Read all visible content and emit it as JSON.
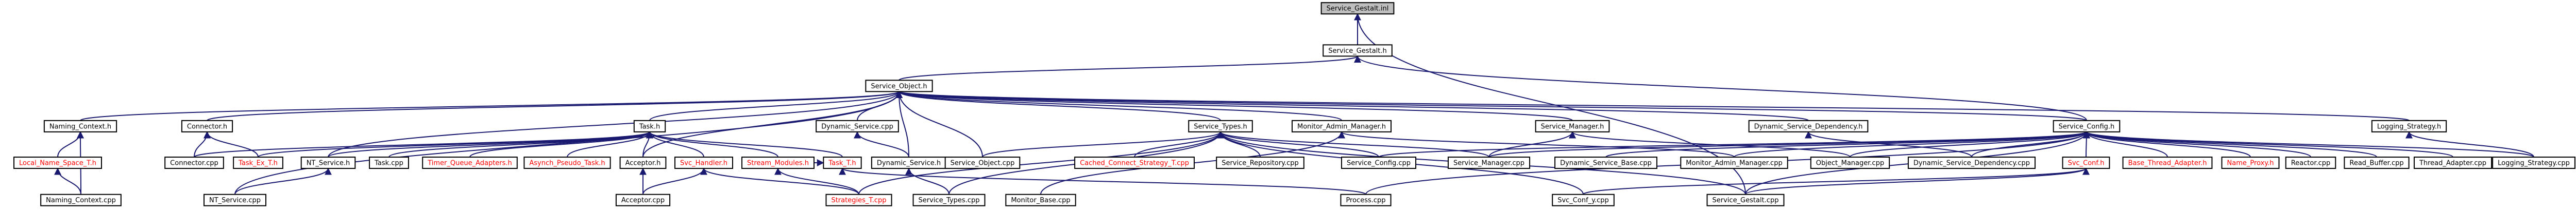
{
  "colors": {
    "edge": "#191970",
    "node_border": "#000000",
    "node_fill": "#ffffff",
    "root_fill": "#bfbfbf",
    "text_normal": "#000000",
    "text_missing": "#ff0000"
  },
  "nodes": [
    {
      "id": "n_gestalt_inl",
      "label": "Service_Gestalt.inl",
      "kind": "root"
    },
    {
      "id": "n_gestalt_h",
      "label": "Service_Gestalt.h",
      "kind": "normal"
    },
    {
      "id": "n_object_h",
      "label": "Service_Object.h",
      "kind": "normal"
    },
    {
      "id": "n_naming_context_h",
      "label": "Naming_Context.h",
      "kind": "normal"
    },
    {
      "id": "n_connector_h",
      "label": "Connector.h",
      "kind": "normal"
    },
    {
      "id": "n_task_h",
      "label": "Task.h",
      "kind": "normal"
    },
    {
      "id": "n_dynamic_service_cpp",
      "label": "Dynamic_Service.cpp",
      "kind": "normal"
    },
    {
      "id": "n_service_types_h",
      "label": "Service_Types.h",
      "kind": "normal"
    },
    {
      "id": "n_monitor_admin_manager_h",
      "label": "Monitor_Admin_Manager.h",
      "kind": "normal"
    },
    {
      "id": "n_service_manager_h",
      "label": "Service_Manager.h",
      "kind": "normal"
    },
    {
      "id": "n_dynamic_service_dependency_h",
      "label": "Dynamic_Service_Dependency.h",
      "kind": "normal"
    },
    {
      "id": "n_service_config_h",
      "label": "Service_Config.h",
      "kind": "normal"
    },
    {
      "id": "n_logging_strategy_h",
      "label": "Logging_Strategy.h",
      "kind": "normal"
    },
    {
      "id": "n_local_name_space_t_h",
      "label": "Local_Name_Space_T.h",
      "kind": "missing"
    },
    {
      "id": "n_connector_cpp",
      "label": "Connector.cpp",
      "kind": "normal"
    },
    {
      "id": "n_task_ex_t_h",
      "label": "Task_Ex_T.h",
      "kind": "missing"
    },
    {
      "id": "n_nt_service_h",
      "label": "NT_Service.h",
      "kind": "normal"
    },
    {
      "id": "n_task_cpp",
      "label": "Task.cpp",
      "kind": "normal"
    },
    {
      "id": "n_timer_queue_adapters_h",
      "label": "Timer_Queue_Adapters.h",
      "kind": "missing"
    },
    {
      "id": "n_asynch_pseudo_task_h",
      "label": "Asynch_Pseudo_Task.h",
      "kind": "missing"
    },
    {
      "id": "n_acceptor_h",
      "label": "Acceptor.h",
      "kind": "normal"
    },
    {
      "id": "n_svc_handler_h",
      "label": "Svc_Handler.h",
      "kind": "missing"
    },
    {
      "id": "n_stream_modules_h",
      "label": "Stream_Modules.h",
      "kind": "missing"
    },
    {
      "id": "n_task_t_h",
      "label": "Task_T.h",
      "kind": "missing"
    },
    {
      "id": "n_dynamic_service_h",
      "label": "Dynamic_Service.h",
      "kind": "normal"
    },
    {
      "id": "n_service_object_cpp",
      "label": "Service_Object.cpp",
      "kind": "normal"
    },
    {
      "id": "n_cached_connect_strategy_t_cpp",
      "label": "Cached_Connect_Strategy_T.cpp",
      "kind": "missing"
    },
    {
      "id": "n_service_repository_cpp",
      "label": "Service_Repository.cpp",
      "kind": "normal"
    },
    {
      "id": "n_service_config_cpp",
      "label": "Service_Config.cpp",
      "kind": "normal"
    },
    {
      "id": "n_service_manager_cpp",
      "label": "Service_Manager.cpp",
      "kind": "normal"
    },
    {
      "id": "n_dynamic_service_base_cpp",
      "label": "Dynamic_Service_Base.cpp",
      "kind": "normal"
    },
    {
      "id": "n_monitor_admin_manager_cpp",
      "label": "Monitor_Admin_Manager.cpp",
      "kind": "normal"
    },
    {
      "id": "n_object_manager_cpp",
      "label": "Object_Manager.cpp",
      "kind": "normal"
    },
    {
      "id": "n_dynamic_service_dependency_cpp",
      "label": "Dynamic_Service_Dependency.cpp",
      "kind": "normal"
    },
    {
      "id": "n_svc_conf_h",
      "label": "Svc_Conf.h",
      "kind": "missing"
    },
    {
      "id": "n_base_thread_adapter_h",
      "label": "Base_Thread_Adapter.h",
      "kind": "missing"
    },
    {
      "id": "n_name_proxy_h",
      "label": "Name_Proxy.h",
      "kind": "missing"
    },
    {
      "id": "n_reactor_cpp",
      "label": "Reactor.cpp",
      "kind": "normal"
    },
    {
      "id": "n_read_buffer_cpp",
      "label": "Read_Buffer.cpp",
      "kind": "normal"
    },
    {
      "id": "n_thread_adapter_cpp",
      "label": "Thread_Adapter.cpp",
      "kind": "normal"
    },
    {
      "id": "n_logging_strategy_cpp",
      "label": "Logging_Strategy.cpp",
      "kind": "normal"
    },
    {
      "id": "n_naming_context_cpp",
      "label": "Naming_Context.cpp",
      "kind": "normal"
    },
    {
      "id": "n_nt_service_cpp",
      "label": "NT_Service.cpp",
      "kind": "normal"
    },
    {
      "id": "n_acceptor_cpp",
      "label": "Acceptor.cpp",
      "kind": "normal"
    },
    {
      "id": "n_strategies_t_cpp",
      "label": "Strategies_T.cpp",
      "kind": "missing"
    },
    {
      "id": "n_service_types_cpp",
      "label": "Service_Types.cpp",
      "kind": "normal"
    },
    {
      "id": "n_monitor_base_cpp",
      "label": "Monitor_Base.cpp",
      "kind": "normal"
    },
    {
      "id": "n_process_cpp",
      "label": "Process.cpp",
      "kind": "normal"
    },
    {
      "id": "n_svc_conf_y_cpp",
      "label": "Svc_Conf_y.cpp",
      "kind": "normal"
    },
    {
      "id": "n_service_gestalt_cpp",
      "label": "Service_Gestalt.cpp",
      "kind": "normal"
    }
  ],
  "edges": [
    [
      "n_gestalt_inl",
      "n_gestalt_h"
    ],
    [
      "n_gestalt_inl",
      "n_service_gestalt_cpp"
    ],
    [
      "n_gestalt_h",
      "n_object_h"
    ],
    [
      "n_gestalt_h",
      "n_service_config_h"
    ],
    [
      "n_object_h",
      "n_naming_context_h"
    ],
    [
      "n_object_h",
      "n_connector_h"
    ],
    [
      "n_object_h",
      "n_task_h"
    ],
    [
      "n_object_h",
      "n_dynamic_service_cpp"
    ],
    [
      "n_object_h",
      "n_dynamic_service_h"
    ],
    [
      "n_object_h",
      "n_service_object_cpp"
    ],
    [
      "n_object_h",
      "n_service_types_h"
    ],
    [
      "n_object_h",
      "n_monitor_admin_manager_h"
    ],
    [
      "n_object_h",
      "n_service_manager_h"
    ],
    [
      "n_object_h",
      "n_dynamic_service_dependency_h"
    ],
    [
      "n_object_h",
      "n_service_config_h"
    ],
    [
      "n_object_h",
      "n_logging_strategy_h"
    ],
    [
      "n_object_h",
      "n_nt_service_h"
    ],
    [
      "n_object_h",
      "n_acceptor_h"
    ],
    [
      "n_object_h",
      "n_nt_service_cpp"
    ],
    [
      "n_naming_context_h",
      "n_local_name_space_t_h"
    ],
    [
      "n_naming_context_h",
      "n_naming_context_cpp"
    ],
    [
      "n_local_name_space_t_h",
      "n_naming_context_cpp"
    ],
    [
      "n_connector_h",
      "n_connector_cpp"
    ],
    [
      "n_connector_h",
      "n_task_ex_t_h"
    ],
    [
      "n_task_h",
      "n_task_ex_t_h"
    ],
    [
      "n_task_h",
      "n_nt_service_h"
    ],
    [
      "n_task_h",
      "n_task_cpp"
    ],
    [
      "n_task_h",
      "n_timer_queue_adapters_h"
    ],
    [
      "n_task_h",
      "n_asynch_pseudo_task_h"
    ],
    [
      "n_task_h",
      "n_acceptor_h"
    ],
    [
      "n_task_h",
      "n_svc_handler_h"
    ],
    [
      "n_task_h",
      "n_stream_modules_h"
    ],
    [
      "n_task_h",
      "n_task_t_h"
    ],
    [
      "n_task_h",
      "n_connector_cpp"
    ],
    [
      "n_nt_service_h",
      "n_nt_service_cpp"
    ],
    [
      "n_acceptor_h",
      "n_acceptor_cpp"
    ],
    [
      "n_svc_handler_h",
      "n_acceptor_cpp"
    ],
    [
      "n_svc_handler_h",
      "n_strategies_t_cpp"
    ],
    [
      "n_stream_modules_h",
      "n_strategies_t_cpp"
    ],
    [
      "n_task_t_h",
      "n_stream_modules_h"
    ],
    [
      "n_task_t_h",
      "n_process_cpp"
    ],
    [
      "n_dynamic_service_cpp",
      "n_dynamic_service_h"
    ],
    [
      "n_dynamic_service_h",
      "n_service_types_cpp"
    ],
    [
      "n_service_types_h",
      "n_cached_connect_strategy_t_cpp"
    ],
    [
      "n_service_types_h",
      "n_service_repository_cpp"
    ],
    [
      "n_service_types_h",
      "n_service_config_cpp"
    ],
    [
      "n_service_types_h",
      "n_service_manager_cpp"
    ],
    [
      "n_service_types_h",
      "n_service_types_cpp"
    ],
    [
      "n_service_types_h",
      "n_strategies_t_cpp"
    ],
    [
      "n_service_types_h",
      "n_svc_conf_y_cpp"
    ],
    [
      "n_service_types_h",
      "n_service_gestalt_cpp"
    ],
    [
      "n_service_types_h",
      "n_service_object_cpp"
    ],
    [
      "n_monitor_admin_manager_h",
      "n_monitor_admin_manager_cpp"
    ],
    [
      "n_monitor_admin_manager_h",
      "n_monitor_base_cpp"
    ],
    [
      "n_service_manager_h",
      "n_service_manager_cpp"
    ],
    [
      "n_service_manager_h",
      "n_object_manager_cpp"
    ],
    [
      "n_dynamic_service_dependency_h",
      "n_dynamic_service_dependency_cpp"
    ],
    [
      "n_service_config_h",
      "n_service_config_cpp"
    ],
    [
      "n_service_config_h",
      "n_service_manager_cpp"
    ],
    [
      "n_service_config_h",
      "n_dynamic_service_base_cpp"
    ],
    [
      "n_service_config_h",
      "n_monitor_admin_manager_cpp"
    ],
    [
      "n_service_config_h",
      "n_object_manager_cpp"
    ],
    [
      "n_service_config_h",
      "n_dynamic_service_dependency_cpp"
    ],
    [
      "n_service_config_h",
      "n_svc_conf_h"
    ],
    [
      "n_service_config_h",
      "n_base_thread_adapter_h"
    ],
    [
      "n_service_config_h",
      "n_name_proxy_h"
    ],
    [
      "n_service_config_h",
      "n_reactor_cpp"
    ],
    [
      "n_service_config_h",
      "n_read_buffer_cpp"
    ],
    [
      "n_service_config_h",
      "n_thread_adapter_cpp"
    ],
    [
      "n_service_config_h",
      "n_logging_strategy_cpp"
    ],
    [
      "n_service_config_h",
      "n_process_cpp"
    ],
    [
      "n_service_config_h",
      "n_service_gestalt_cpp"
    ],
    [
      "n_svc_conf_h",
      "n_svc_conf_y_cpp"
    ],
    [
      "n_svc_conf_h",
      "n_service_gestalt_cpp"
    ],
    [
      "n_logging_strategy_h",
      "n_logging_strategy_cpp"
    ]
  ]
}
